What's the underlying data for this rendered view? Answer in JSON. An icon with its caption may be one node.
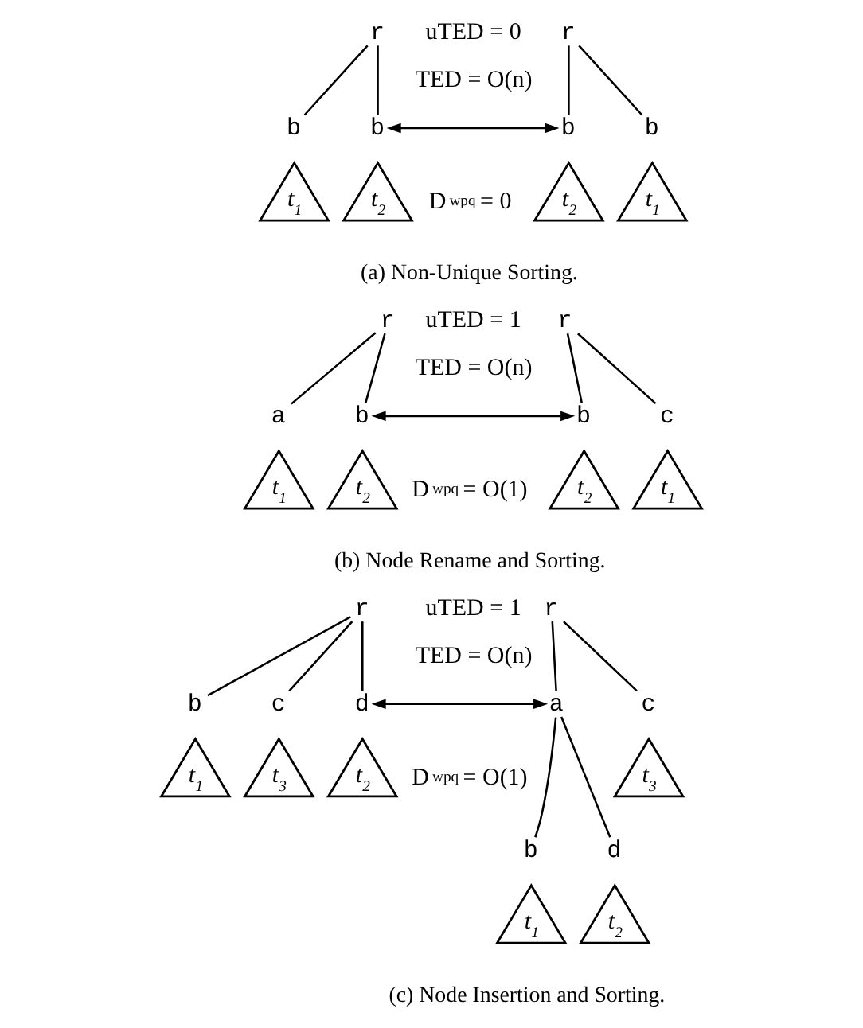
{
  "diagram": {
    "nodes": [
      {
        "text": [
          "r"
        ]
      },
      {
        "text": [
          "b"
        ]
      },
      {
        "text": [
          "b"
        ]
      },
      {
        "text": [
          "t$_{1}$"
        ]
      },
      {
        "text": [
          "t$_{2}$"
        ]
      },
      {
        "text": [
          "r"
        ]
      },
      {
        "text": [
          "b"
        ]
      },
      {
        "text": [
          "b"
        ]
      },
      {
        "text": [
          "t$_{2}$"
        ]
      },
      {
        "text": [
          "t$_{1}$"
        ]
      },
      {
        "text": [
          "r"
        ]
      },
      {
        "text": [
          "a"
        ]
      },
      {
        "text": [
          "b"
        ]
      },
      {
        "text": [
          "t$_{1}$"
        ]
      },
      {
        "text": [
          "t$_{2}$"
        ]
      },
      {
        "text": [
          "r"
        ]
      },
      {
        "text": [
          "b"
        ]
      },
      {
        "text": [
          "c"
        ]
      },
      {
        "text": [
          "t$_{2}$"
        ]
      },
      {
        "text": [
          "t$_{1}$"
        ]
      },
      {
        "text": [
          "r"
        ]
      },
      {
        "text": [
          "b"
        ]
      },
      {
        "text": [
          "c"
        ]
      },
      {
        "text": [
          "d"
        ]
      },
      {
        "text": [
          "t$_{1}$"
        ]
      },
      {
        "text": [
          "t$_{3}$"
        ]
      },
      {
        "text": [
          "t$_{2}$"
        ]
      },
      {
        "text": [
          "r"
        ]
      },
      {
        "text": [
          "a"
        ]
      },
      {
        "text": [
          "c"
        ]
      },
      {
        "text": [
          "b"
        ]
      },
      {
        "text": [
          "d"
        ]
      },
      {
        "text": [
          "t$_{3}$"
        ]
      },
      {
        "text": [
          "t$_{1}$"
        ]
      },
      {
        "text": [
          "t$_{2}$"
        ]
      }
    ],
    "edges": [
      {
        "from": 0,
        "to": 1,
        "arrow": "none"
      },
      {
        "from": 0,
        "to": 2,
        "arrow": "none"
      },
      {
        "from": 5,
        "to": 6,
        "arrow": "none"
      },
      {
        "from": 5,
        "to": 7,
        "arrow": "none"
      },
      {
        "from": 2,
        "to": 6,
        "arrow": "both"
      },
      {
        "from": 10,
        "to": 11,
        "arrow": "none"
      },
      {
        "from": 10,
        "to": 12,
        "arrow": "none"
      },
      {
        "from": 15,
        "to": 16,
        "arrow": "none"
      },
      {
        "from": 15,
        "to": 17,
        "arrow": "none"
      },
      {
        "from": 12,
        "to": 16,
        "arrow": "both"
      },
      {
        "from": 20,
        "to": 21,
        "arrow": "none"
      },
      {
        "from": 20,
        "to": 22,
        "arrow": "none"
      },
      {
        "from": 20,
        "to": 23,
        "arrow": "none"
      },
      {
        "from": 27,
        "to": 28,
        "arrow": "none"
      },
      {
        "from": 27,
        "to": 29,
        "arrow": "none"
      },
      {
        "from": 28,
        "to": 30,
        "arrow": "none"
      },
      {
        "from": 28,
        "to": 31,
        "arrow": "none"
      },
      {
        "from": 23,
        "to": 28,
        "arrow": "both"
      }
    ],
    "labels": [
      "uTED = 0",
      "TED = O(n)",
      "D$^{wpq}$ = 0",
      "(a) Non-Unique Sorting.",
      "uTED = 1",
      "TED = O(n)",
      "D$^{wpq}$ = O(1)",
      "(b) Node Rename and Sorting.",
      "uTED = 1",
      "TED = O(n)",
      "D$^{wpq}$ = O(1)",
      "(c) Node Insertion and Sorting."
    ]
  }
}
